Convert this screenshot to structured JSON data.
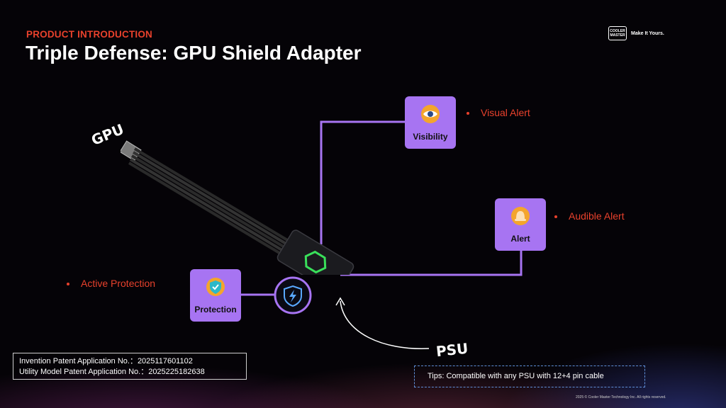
{
  "header": {
    "eyebrow": "PRODUCT INTRODUCTION",
    "title": "Triple Defense: GPU Shield Adapter"
  },
  "brand": {
    "logo_line1": "COOLER",
    "logo_line2": "MASTER",
    "tagline": "Make It Yours."
  },
  "labels": {
    "gpu": "GPU",
    "psu": "PSU"
  },
  "features": [
    {
      "card_label": "Visibility",
      "bullet": "Visual Alert",
      "icon": "eye-icon"
    },
    {
      "card_label": "Alert",
      "bullet": "Audible Alert",
      "icon": "bell-icon"
    },
    {
      "card_label": "Protection",
      "bullet": "Active Protection",
      "icon": "shield-check-icon"
    }
  ],
  "patent": {
    "invention": "Invention Patent Application No.：2025117601102",
    "utility": "Utility Model Patent Application No.：2025225182638"
  },
  "tips": "Tips: Compatible with any PSU with 12+4 pin cable",
  "copyright": "2025 © Cooler Master Technology Inc. All rights reserved.",
  "colors": {
    "accent_red": "#e8412c",
    "card_purple": "#a774f2",
    "line_purple": "#a774f2",
    "led_green": "#39e05a"
  }
}
